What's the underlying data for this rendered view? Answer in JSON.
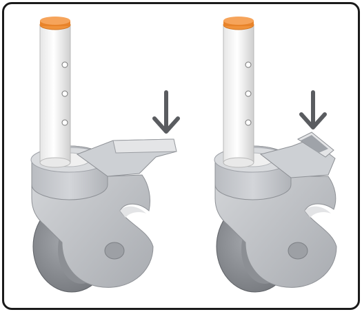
{
  "illustration": {
    "panels": [
      {
        "id": "left",
        "pedal_state": "raised",
        "arrow_icon": "arrow-down-icon"
      },
      {
        "id": "right",
        "pedal_state": "pressed",
        "arrow_icon": "arrow-down-icon"
      }
    ],
    "colors": {
      "border": "#1a1a1a",
      "pole_cap": "#e8832a",
      "pole": "#f4f4f4",
      "housing": "#c9cbcf",
      "housing_shadow": "#9fa2a8",
      "wheel": "#8e9196",
      "wheel_dark": "#6f7277",
      "arrow": "#5a5c60"
    }
  }
}
